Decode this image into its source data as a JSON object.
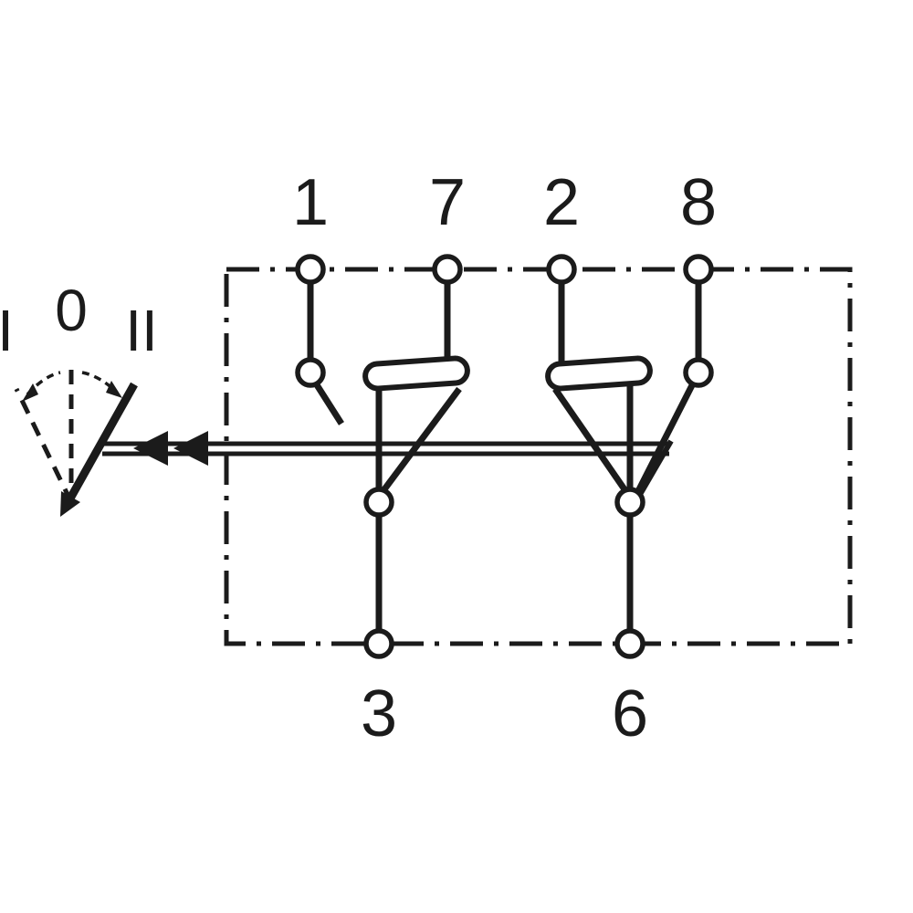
{
  "schematic": {
    "description": "Rocker switch wiring schematic with actuator lever and three switch positions",
    "terminals_top": [
      "1",
      "7",
      "2",
      "8"
    ],
    "terminals_bottom": [
      "3",
      "6"
    ],
    "switch_positions": [
      "I",
      "0",
      "II"
    ],
    "colors": {
      "line": "#1b1b1b",
      "background": "#ffffff"
    }
  }
}
